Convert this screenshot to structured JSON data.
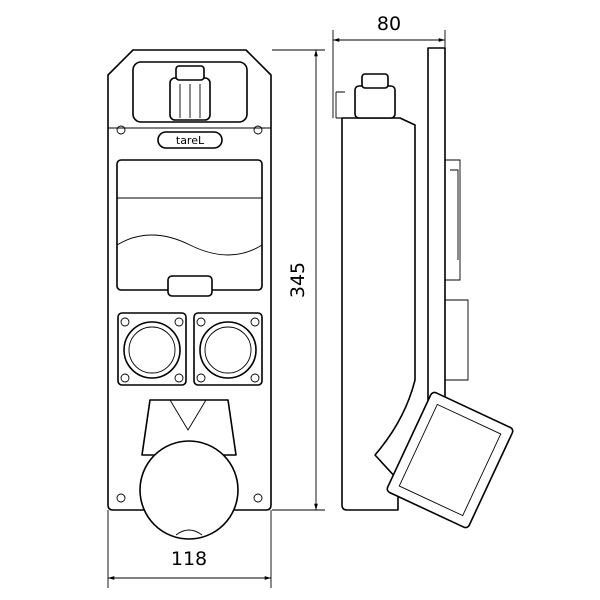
{
  "dimensions": {
    "depth": "80",
    "height": "345",
    "width": "118"
  },
  "logo_text": "tareL"
}
